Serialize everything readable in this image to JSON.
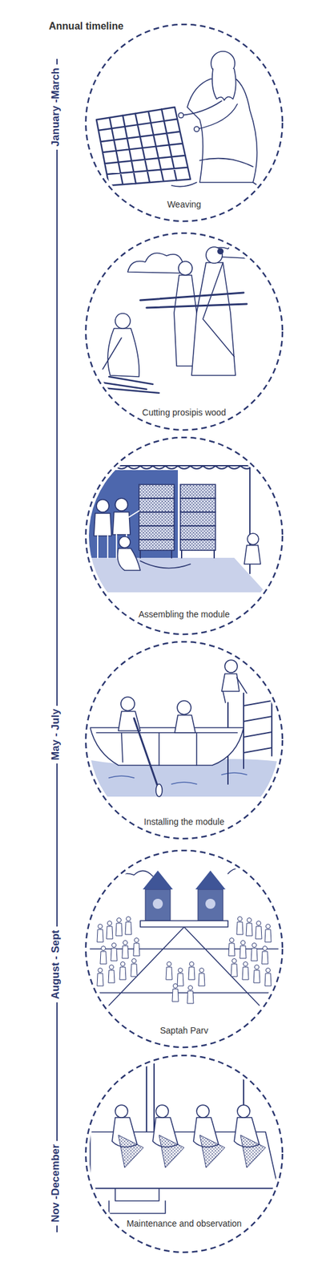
{
  "diagram": {
    "title": "Annual timeline",
    "nodes": [
      {
        "text": [
          "Weaving"
        ]
      },
      {
        "text": [
          "Cutting prosipis wood"
        ]
      },
      {
        "text": [
          "Assembling the module"
        ]
      },
      {
        "text": [
          "Installing the module"
        ]
      },
      {
        "text": [
          "Saptah Parv"
        ]
      },
      {
        "text": [
          "Maintenance and observation"
        ]
      }
    ],
    "labels": [
      "January -March",
      "May - July",
      "August - Sept",
      "Nov -December"
    ]
  }
}
